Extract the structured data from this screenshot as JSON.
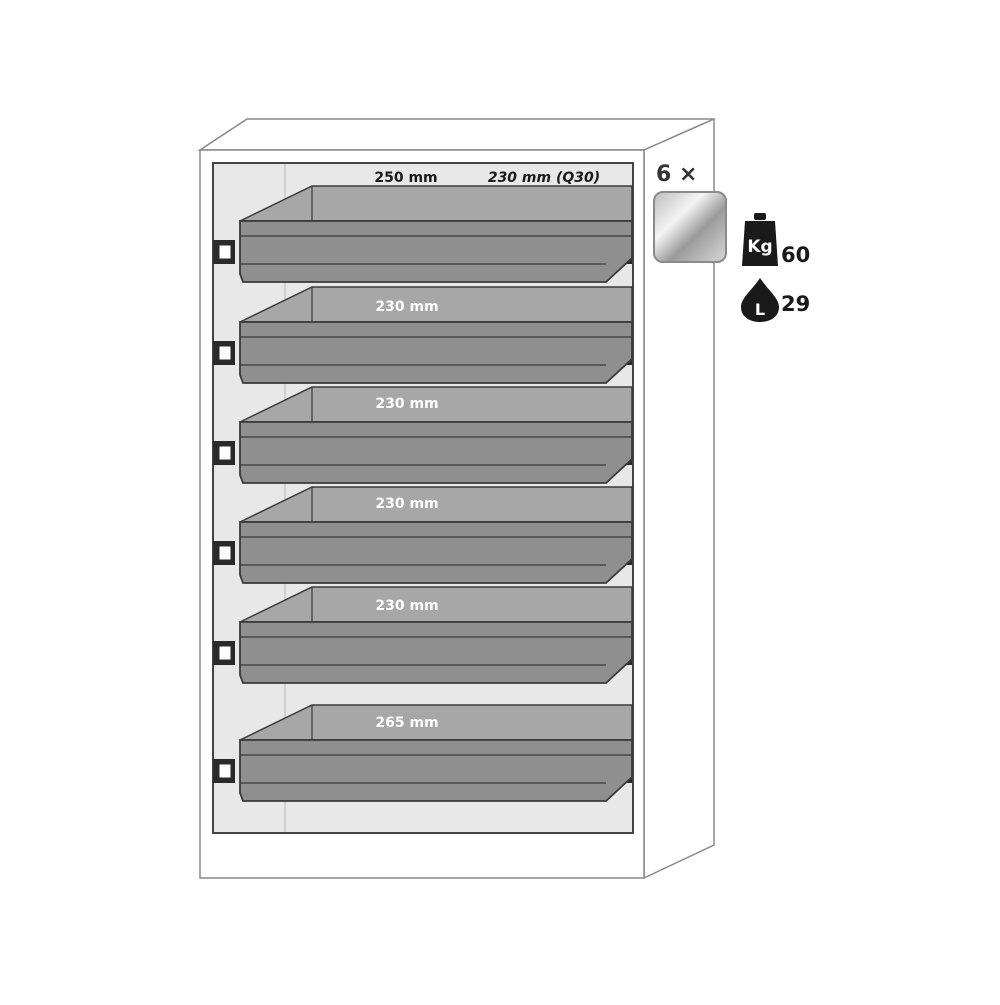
{
  "cabinet": {
    "top_label": "250 mm",
    "top_label_q30": "230 mm (Q30)",
    "drawer_labels": [
      "230 mm",
      "230 mm",
      "230 mm",
      "230 mm",
      "265 mm"
    ]
  },
  "specs": {
    "drawer_count": "6 ×",
    "weight_icon_text": "Kg",
    "weight_value": "60",
    "volume_icon_text": "L",
    "volume_value": "29"
  },
  "colors": {
    "drawer_fill": "#8f8f8f",
    "interior": "#e6e6e6",
    "outline": "#3a3a3a"
  }
}
